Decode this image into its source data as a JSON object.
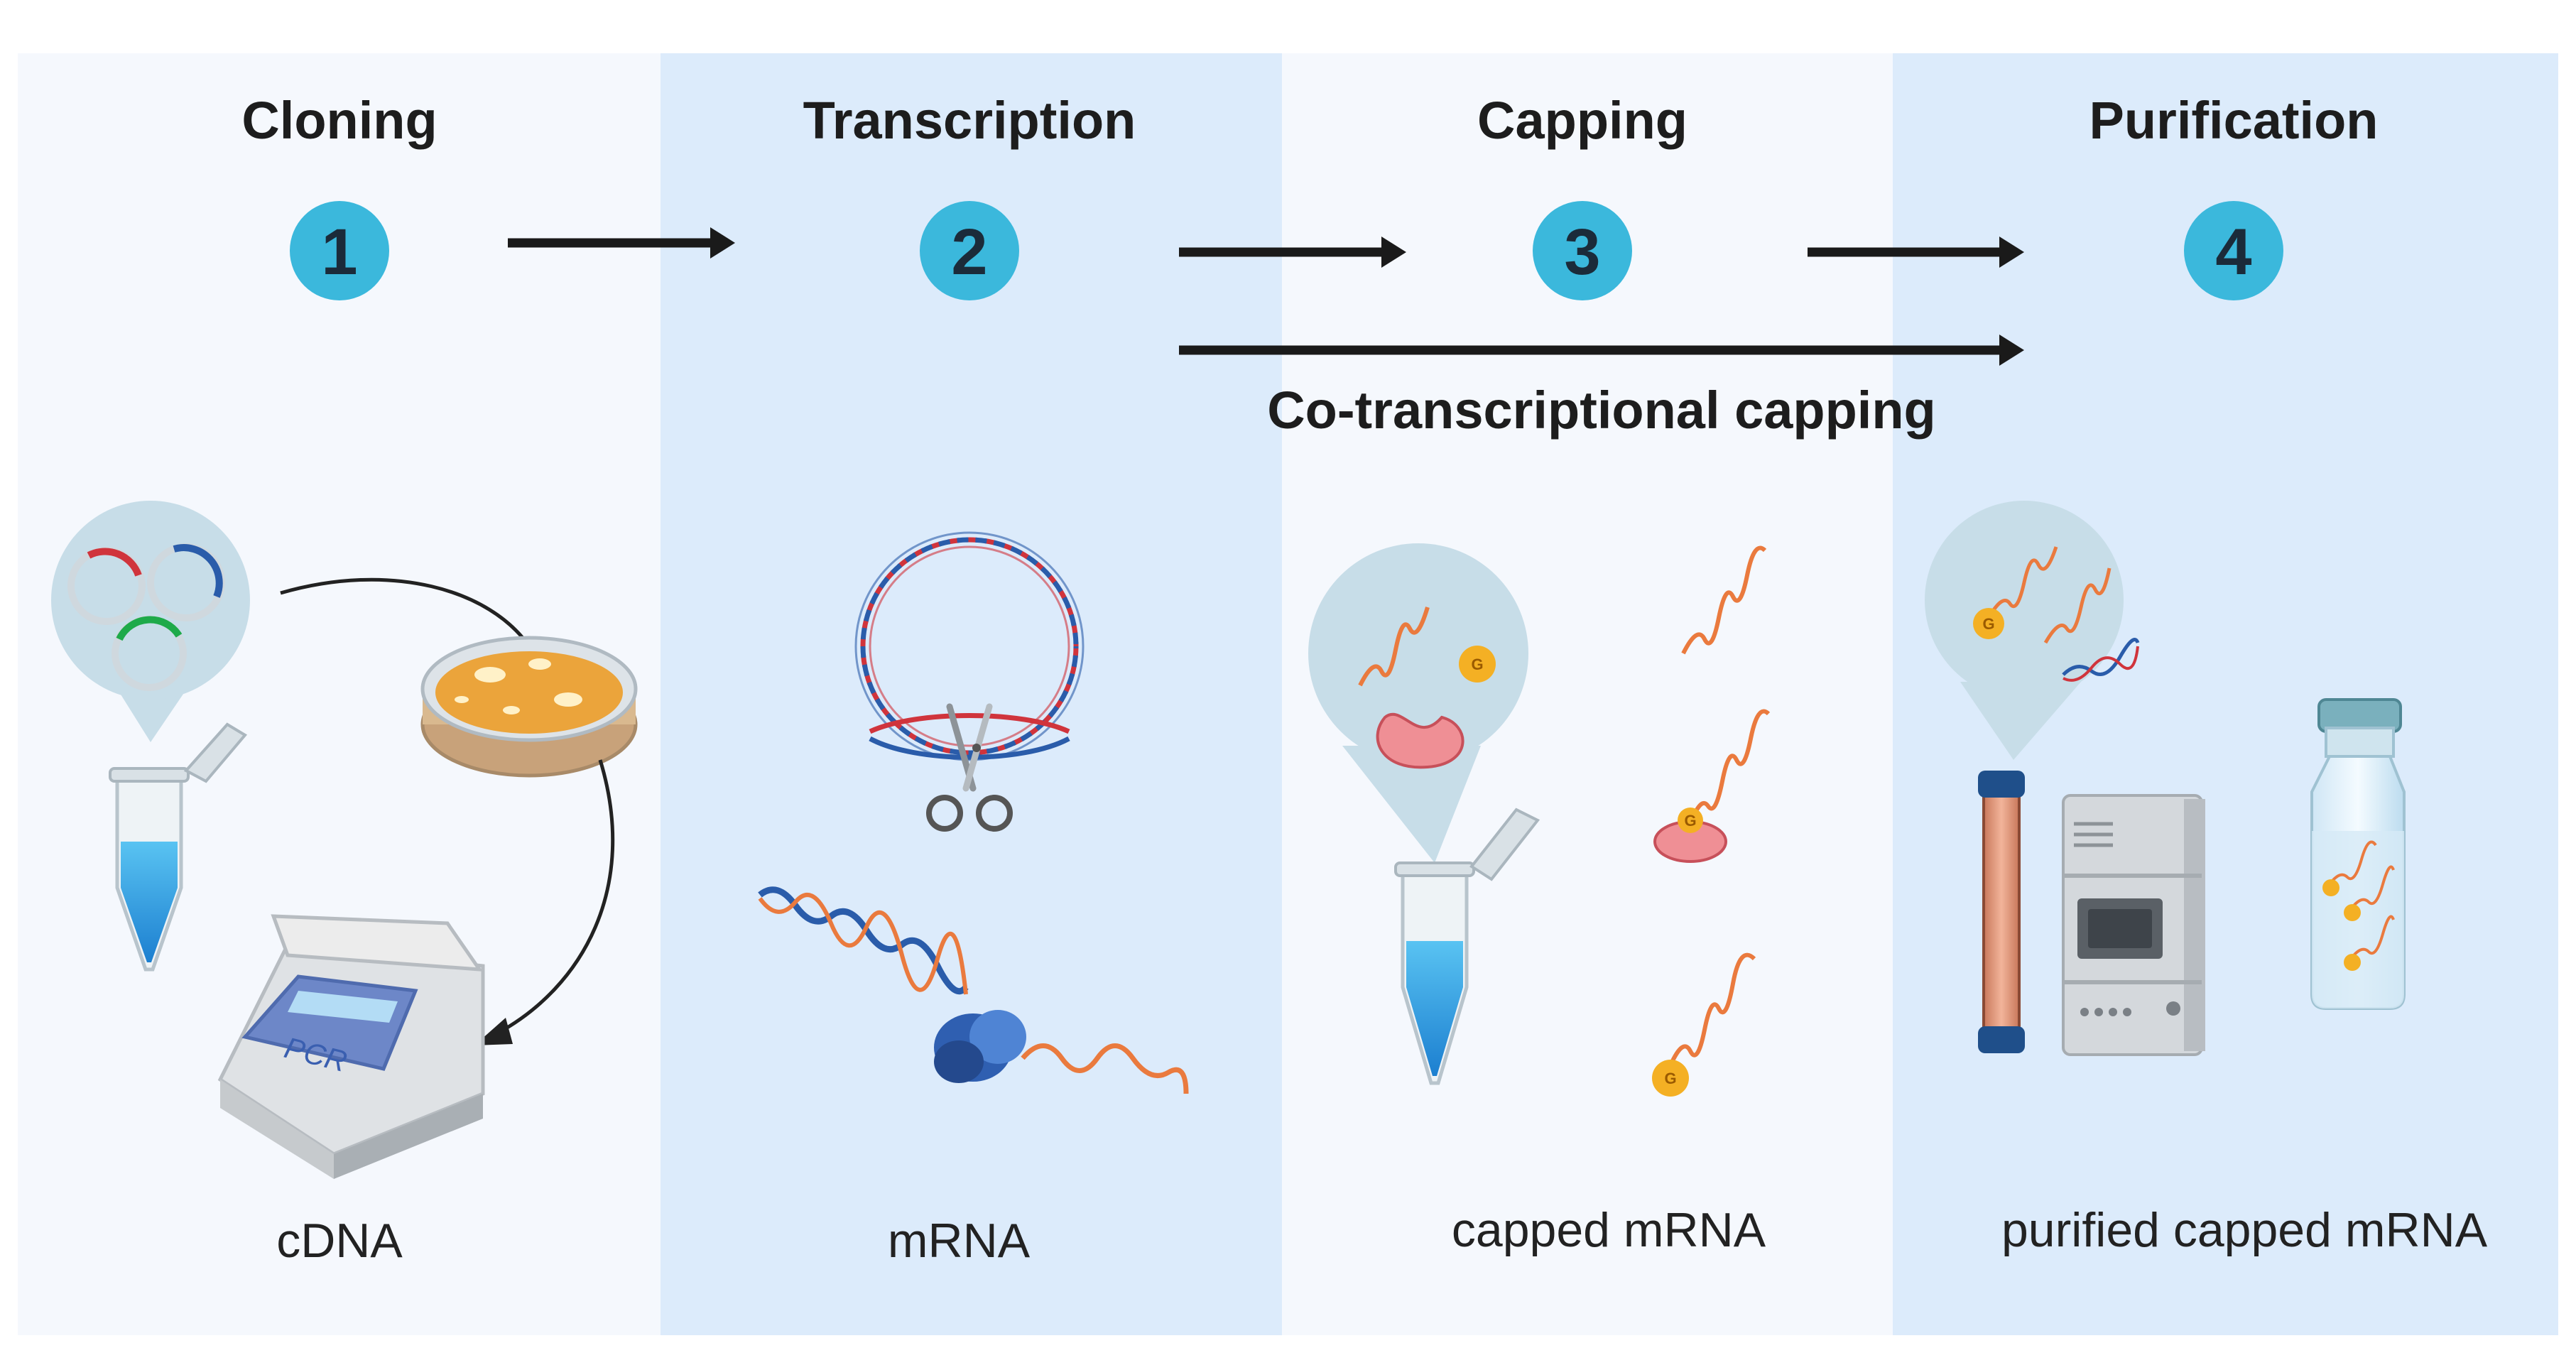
{
  "steps": [
    {
      "number": "1",
      "title": "Cloning",
      "label": "cDNA"
    },
    {
      "number": "2",
      "title": "Transcription",
      "label": "mRNA"
    },
    {
      "number": "3",
      "title": "Capping",
      "label": "capped mRNA"
    },
    {
      "number": "4",
      "title": "Purification",
      "label": "purified capped mRNA"
    }
  ],
  "cotranscriptional_label": "Co-transcriptional capping",
  "pcr_label": "PCR",
  "cap_symbol": "G",
  "colors": {
    "panel_light": "#f5f8fd",
    "panel_blue": "#dcebfb",
    "badge": "#3bb8dc",
    "arrow": "#1a1a1a",
    "dna_red": "#d0343c",
    "dna_blue": "#2a5caa",
    "mrna_orange": "#ea7a3e",
    "cap_yellow": "#f4b024",
    "enzyme_pink": "#ef8f95",
    "tube_blue": "#2b9ee0",
    "agar_orange": "#eba43b"
  }
}
